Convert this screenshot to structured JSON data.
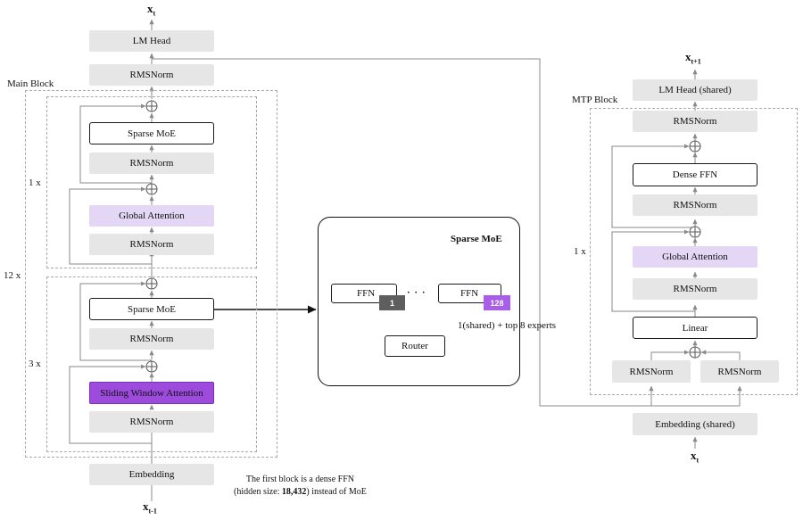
{
  "main": {
    "title": "Main Block",
    "repeat_outer": "12 x",
    "repeat_upper": "1 x",
    "repeat_lower": "3 x",
    "output_symbol": "x",
    "output_sub": "t",
    "input_symbol": "x",
    "input_sub": "t-1",
    "lm_head": "LM Head",
    "final_norm": "RMSNorm",
    "upper": {
      "moe": "Sparse MoE",
      "norm_mid": "RMSNorm",
      "attention": "Global Attention",
      "norm_low": "RMSNorm"
    },
    "lower": {
      "moe": "Sparse MoE",
      "norm_mid": "RMSNorm",
      "attention": "Sliding Window Attention",
      "norm_low": "RMSNorm"
    },
    "embedding": "Embedding",
    "note_line1": "The first block is a dense FFN",
    "note_line2_pre": "(hidden size: ",
    "note_line2_bold": "18,432",
    "note_line2_post": ") instead of MoE"
  },
  "moe": {
    "title": "Sparse MoE",
    "ffn_left": "FFN",
    "ffn_left_index": "1",
    "dots": "· · ·",
    "ffn_right": "FFN",
    "ffn_right_index": "128",
    "router": "Router",
    "caption": "1(shared) + top 8 experts"
  },
  "mtp": {
    "title": "MTP Block",
    "repeat": "1 x",
    "output_symbol": "x",
    "output_sub": "t+1",
    "input_symbol": "x",
    "input_sub": "t",
    "lm_head": "LM Head (shared)",
    "final_norm": "RMSNorm",
    "dense_ffn": "Dense FFN",
    "norm_mid": "RMSNorm",
    "attention": "Global Attention",
    "norm_low": "RMSNorm",
    "linear": "Linear",
    "norm_left": "RMSNorm",
    "norm_right": "RMSNorm",
    "embedding": "Embedding (shared)"
  },
  "colors": {
    "gray_box": "#e6e6e6",
    "lavender": "#e4d6f5",
    "purple": "#9c4bdd",
    "expert_dark": "#5e5e5e",
    "expert_purple": "#a85ee6",
    "arrow": "#888888",
    "dashed": "#a9a9a9"
  }
}
